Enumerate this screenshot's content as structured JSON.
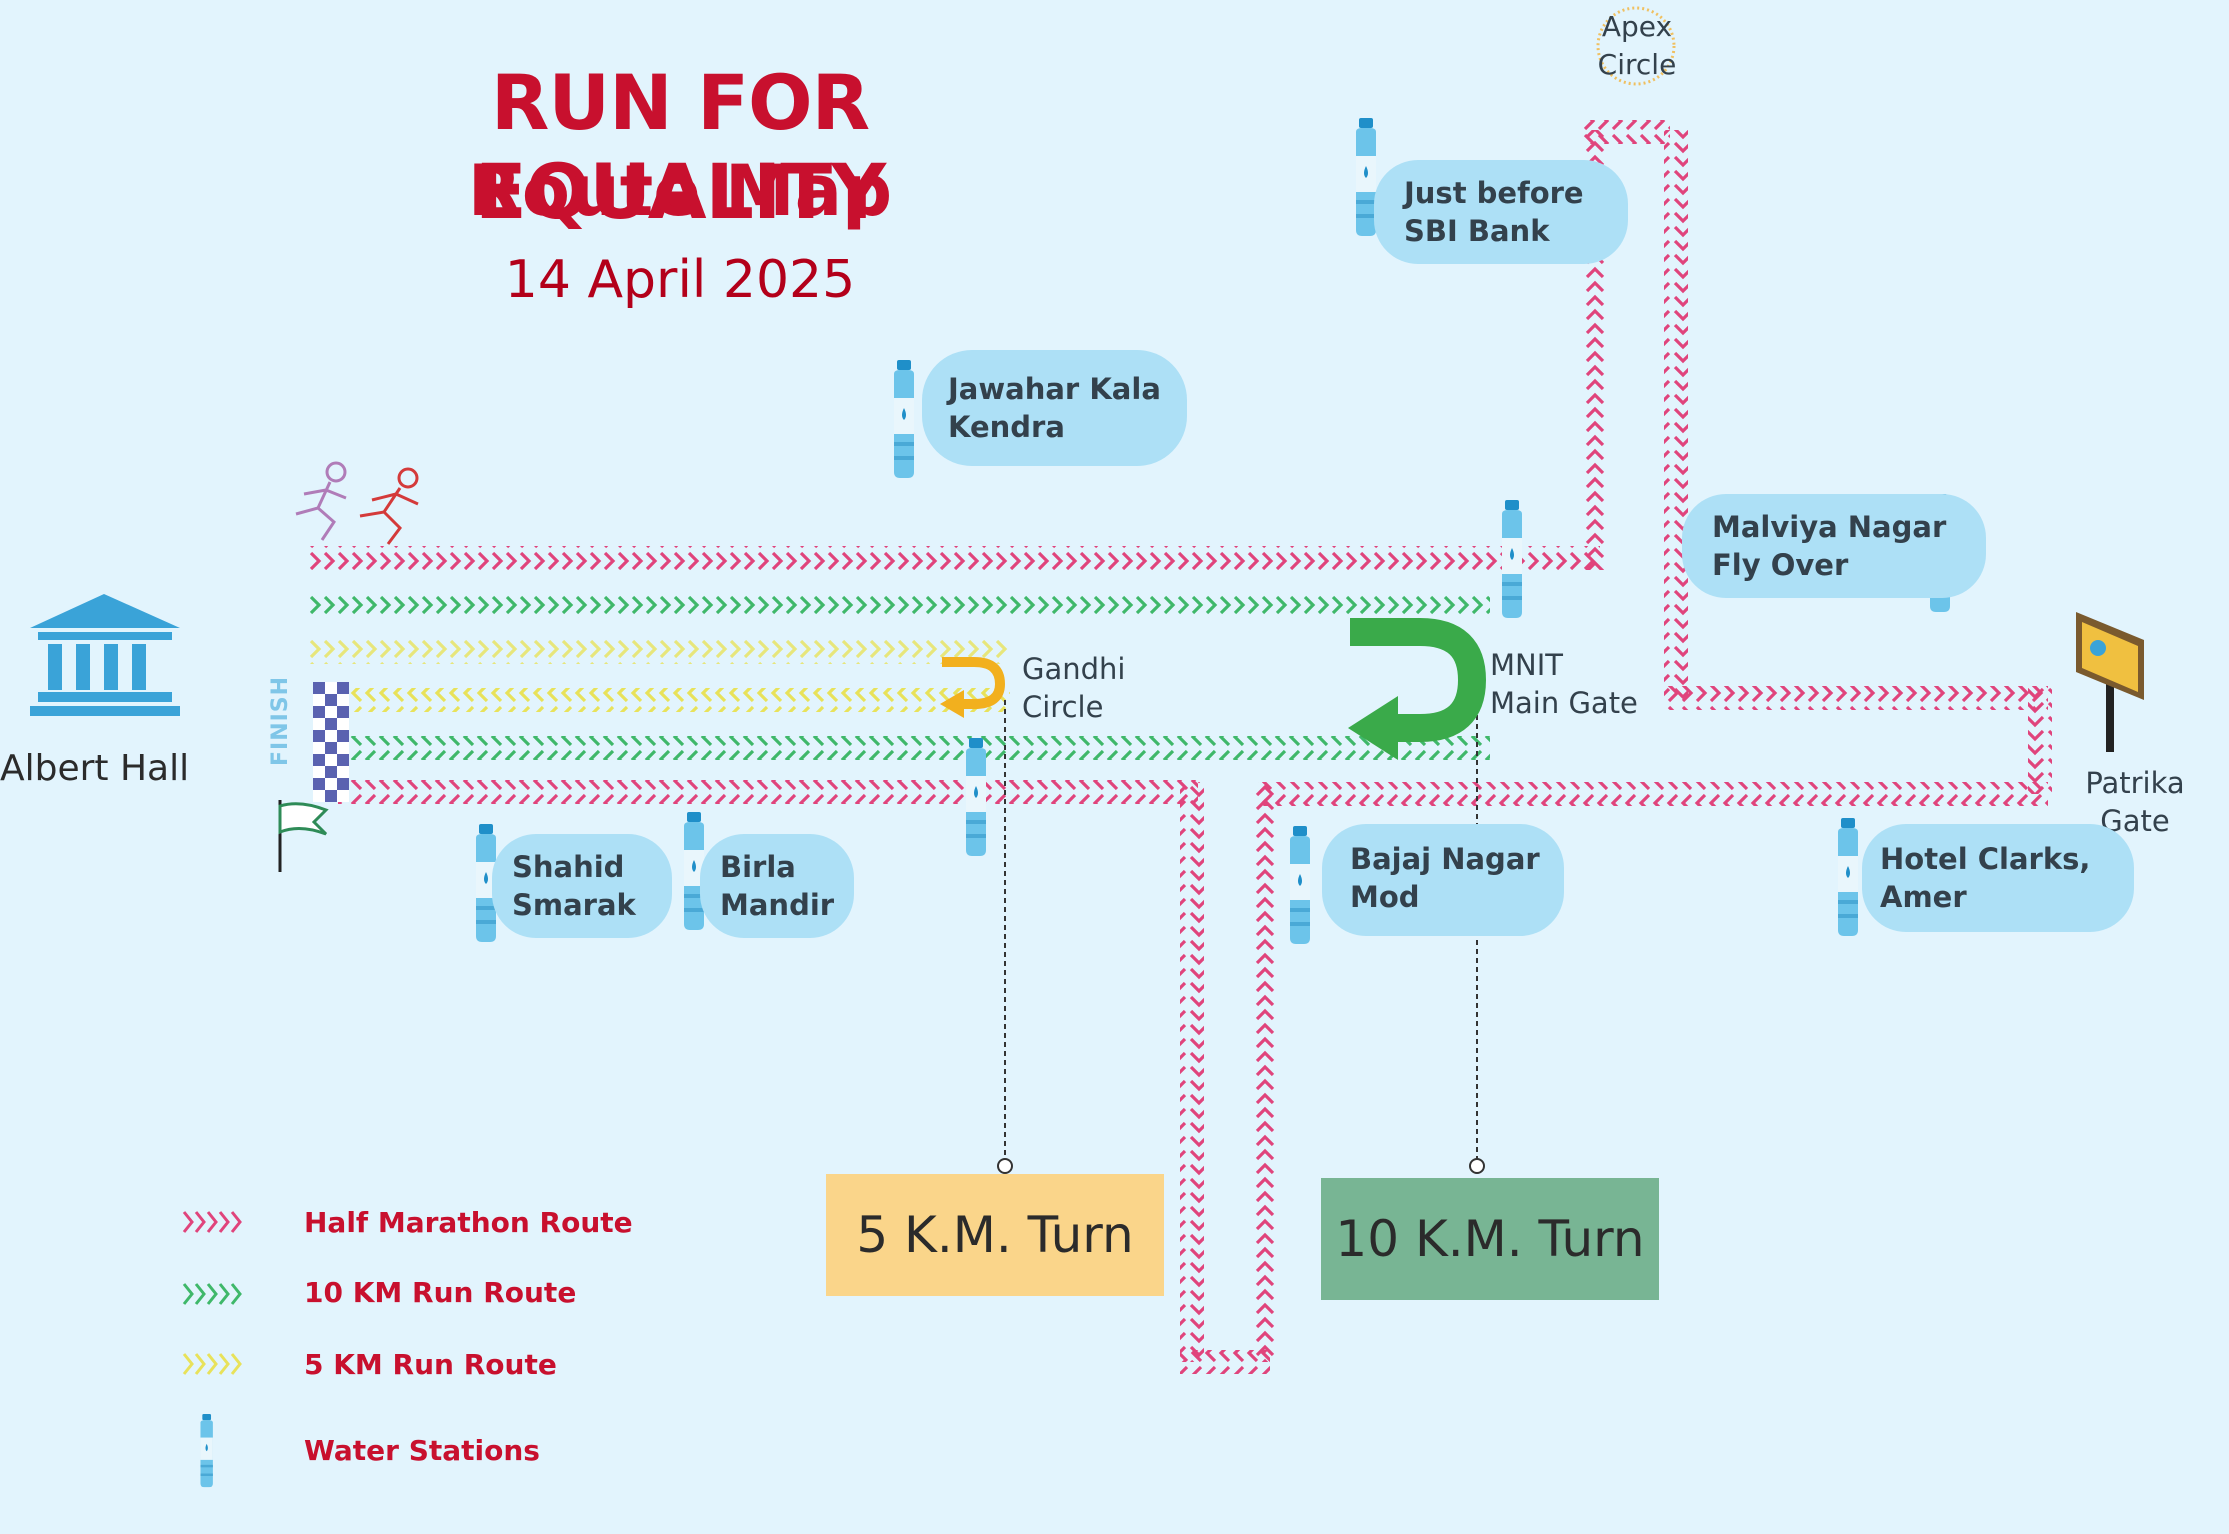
{
  "title": {
    "line1": "RUN FOR EQUALITY",
    "line2": "Route Map",
    "date": "14 April 2025"
  },
  "landmarks": {
    "albert_hall": "Albert Hall",
    "finish": "FINISH",
    "apex_circle": "Apex\nCircle",
    "patrika_gate": "Patrika\nGate",
    "gandhi_circle": "Gandhi\nCircle",
    "mnit_main_gate": "MNIT\nMain Gate"
  },
  "water_stations": [
    {
      "id": "sbi",
      "label": "Just before\nSBI Bank"
    },
    {
      "id": "jkk",
      "label": "Jawahar Kala\nKendra"
    },
    {
      "id": "malviya",
      "label": "Malviya Nagar\nFly Over"
    },
    {
      "id": "shahid",
      "label": "Shahid\nSmarak"
    },
    {
      "id": "birla",
      "label": "Birla\nMandir"
    },
    {
      "id": "bajaj",
      "label": "Bajaj Nagar\nMod"
    },
    {
      "id": "clarks",
      "label": "Hotel Clarks,\nAmer"
    }
  ],
  "turns": {
    "five_km": "5 K.M. Turn",
    "ten_km": "10 K.M. Turn"
  },
  "legend": [
    {
      "label": "Half Marathon Route",
      "color": "#e0447c"
    },
    {
      "label": "10 KM Run Route",
      "color": "#3fb86a"
    },
    {
      "label": "5 KM Run Route",
      "color": "#e8e25a"
    },
    {
      "label": "Water Stations",
      "color": "#3aa3d8"
    }
  ],
  "colors": {
    "half_marathon": "#e0447c",
    "ten_km": "#3fb86a",
    "five_km": "#e8e25a",
    "title": "#c8102e",
    "bubble": "#ade0f6",
    "five_km_box": "#fad58a",
    "ten_km_box": "#78b594",
    "u_turn_green": "#3aaa4a",
    "u_turn_yellow": "#f2b01e"
  }
}
